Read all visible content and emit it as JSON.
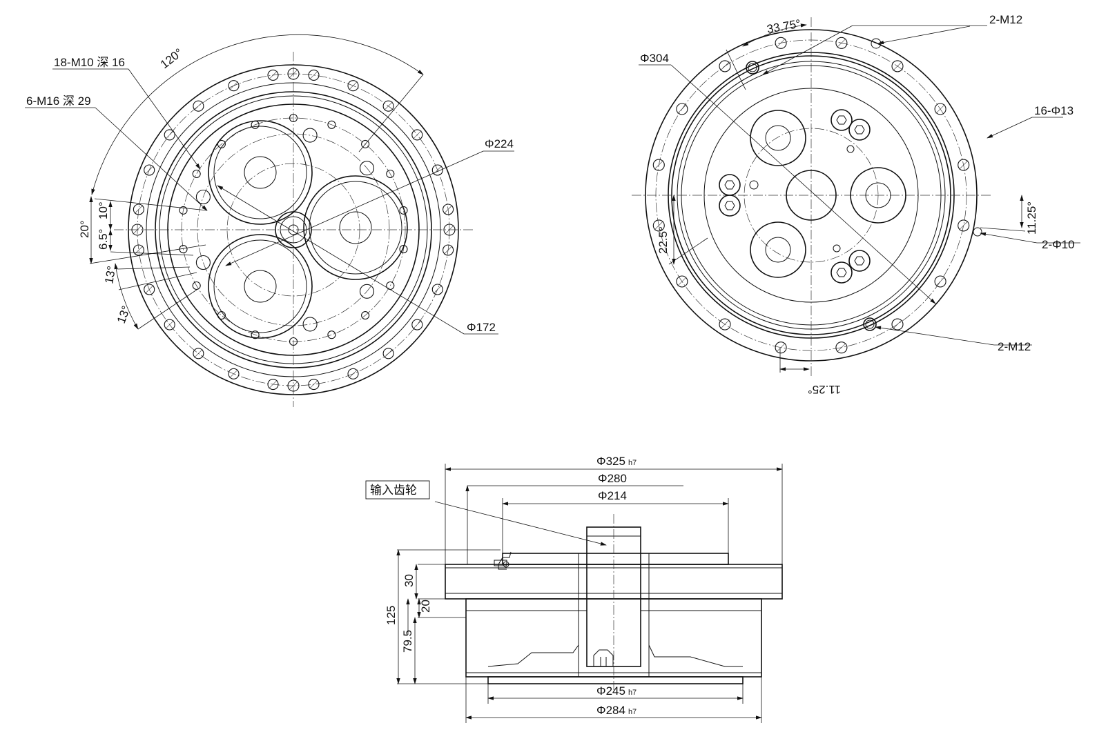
{
  "front_view": {
    "callouts": {
      "tap_m10": "18-M10 深 16",
      "tap_m16": "6-M16 深 29",
      "dia_224": "Φ224",
      "dia_172": "Φ172"
    },
    "angles": {
      "a120": "120°",
      "a20": "20°",
      "a10": "10°",
      "a6_5": "6.5°",
      "a13_first": "13°",
      "a13_second": "13°"
    }
  },
  "rear_view": {
    "callouts": {
      "m12_top": "2-M12",
      "dia_304": "Φ304",
      "holes_16": "16-Φ13",
      "holes_2": "2-Φ10",
      "m12_bottom": "2-M12"
    },
    "angles": {
      "a33_75": "33.75°",
      "a22_5": "22.5°",
      "a11_25_right": "11.25°",
      "a11_25_bottom": "11.25°"
    }
  },
  "side_view": {
    "diameters": {
      "d325": "Φ325",
      "d325_tol": "h7",
      "d280": "Φ280",
      "d214": "Φ214",
      "d245": "Φ245",
      "d245_tol": "h7",
      "d284": "Φ284",
      "d284_tol": "h7"
    },
    "heights": {
      "h30": "30",
      "h20": "20",
      "h125": "125",
      "h79_5": "79.5"
    },
    "input_gear_label": "输入齿轮"
  }
}
